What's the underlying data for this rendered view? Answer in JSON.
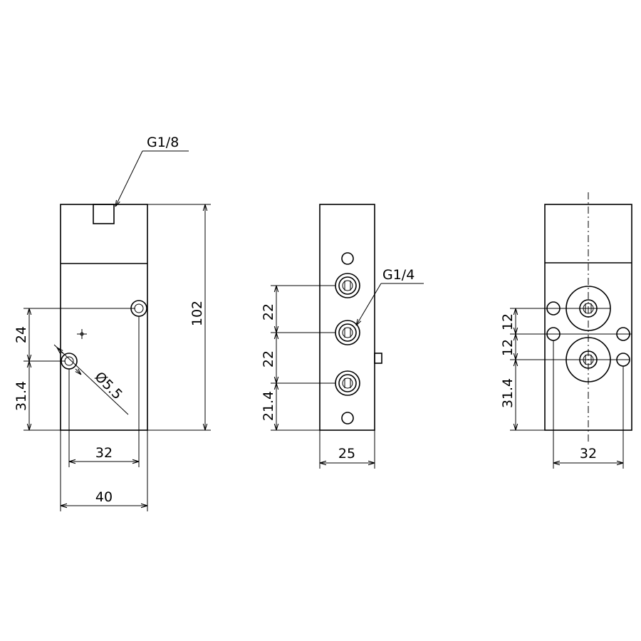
{
  "views": {
    "left": {
      "thread_callout": "G1/8",
      "dim_height": "102",
      "dim_24": "24",
      "dim_31_4": "31.4",
      "dim_hole_diameter": "Ø5.5",
      "dim_32": "32",
      "dim_40": "40"
    },
    "middle": {
      "thread_callout": "G1/4",
      "dim_22_upper": "22",
      "dim_22_lower": "22",
      "dim_21_4": "21.4",
      "dim_25": "25"
    },
    "right": {
      "dim_12_upper": "12",
      "dim_12_lower": "12",
      "dim_31_4": "31.4",
      "dim_32": "32"
    }
  },
  "colors": {
    "line": "#000000",
    "background": "#ffffff"
  }
}
